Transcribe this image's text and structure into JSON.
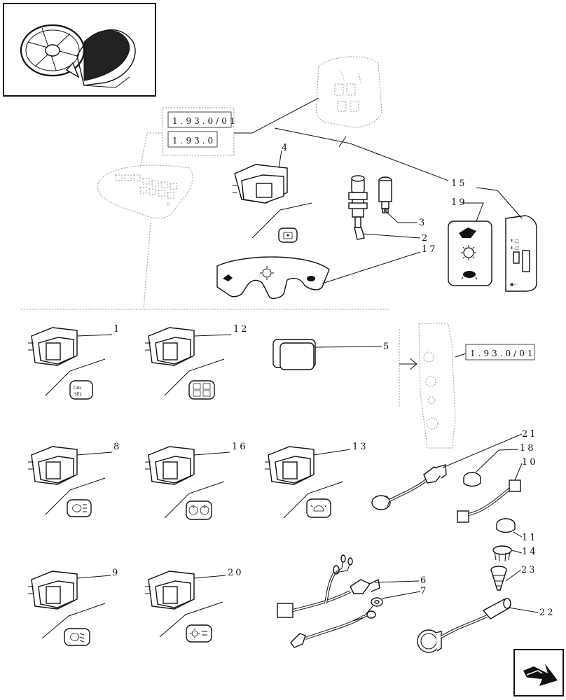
{
  "diagram": {
    "references": [
      "1.93.0/01",
      "1.93.0",
      "1.93.0/01"
    ],
    "part_numbers": [
      "1",
      "2",
      "3",
      "4",
      "5",
      "6",
      "7",
      "8",
      "9",
      "10",
      "11",
      "12",
      "13",
      "14",
      "15",
      "16",
      "17",
      "18",
      "19",
      "20",
      "21",
      "22",
      "23"
    ],
    "icon_texts": {
      "calib_select": [
        "CAL",
        "SEL"
      ],
      "gear_1": "1",
      "gear_2": "2"
    },
    "nav_button": "arrow-icon"
  }
}
